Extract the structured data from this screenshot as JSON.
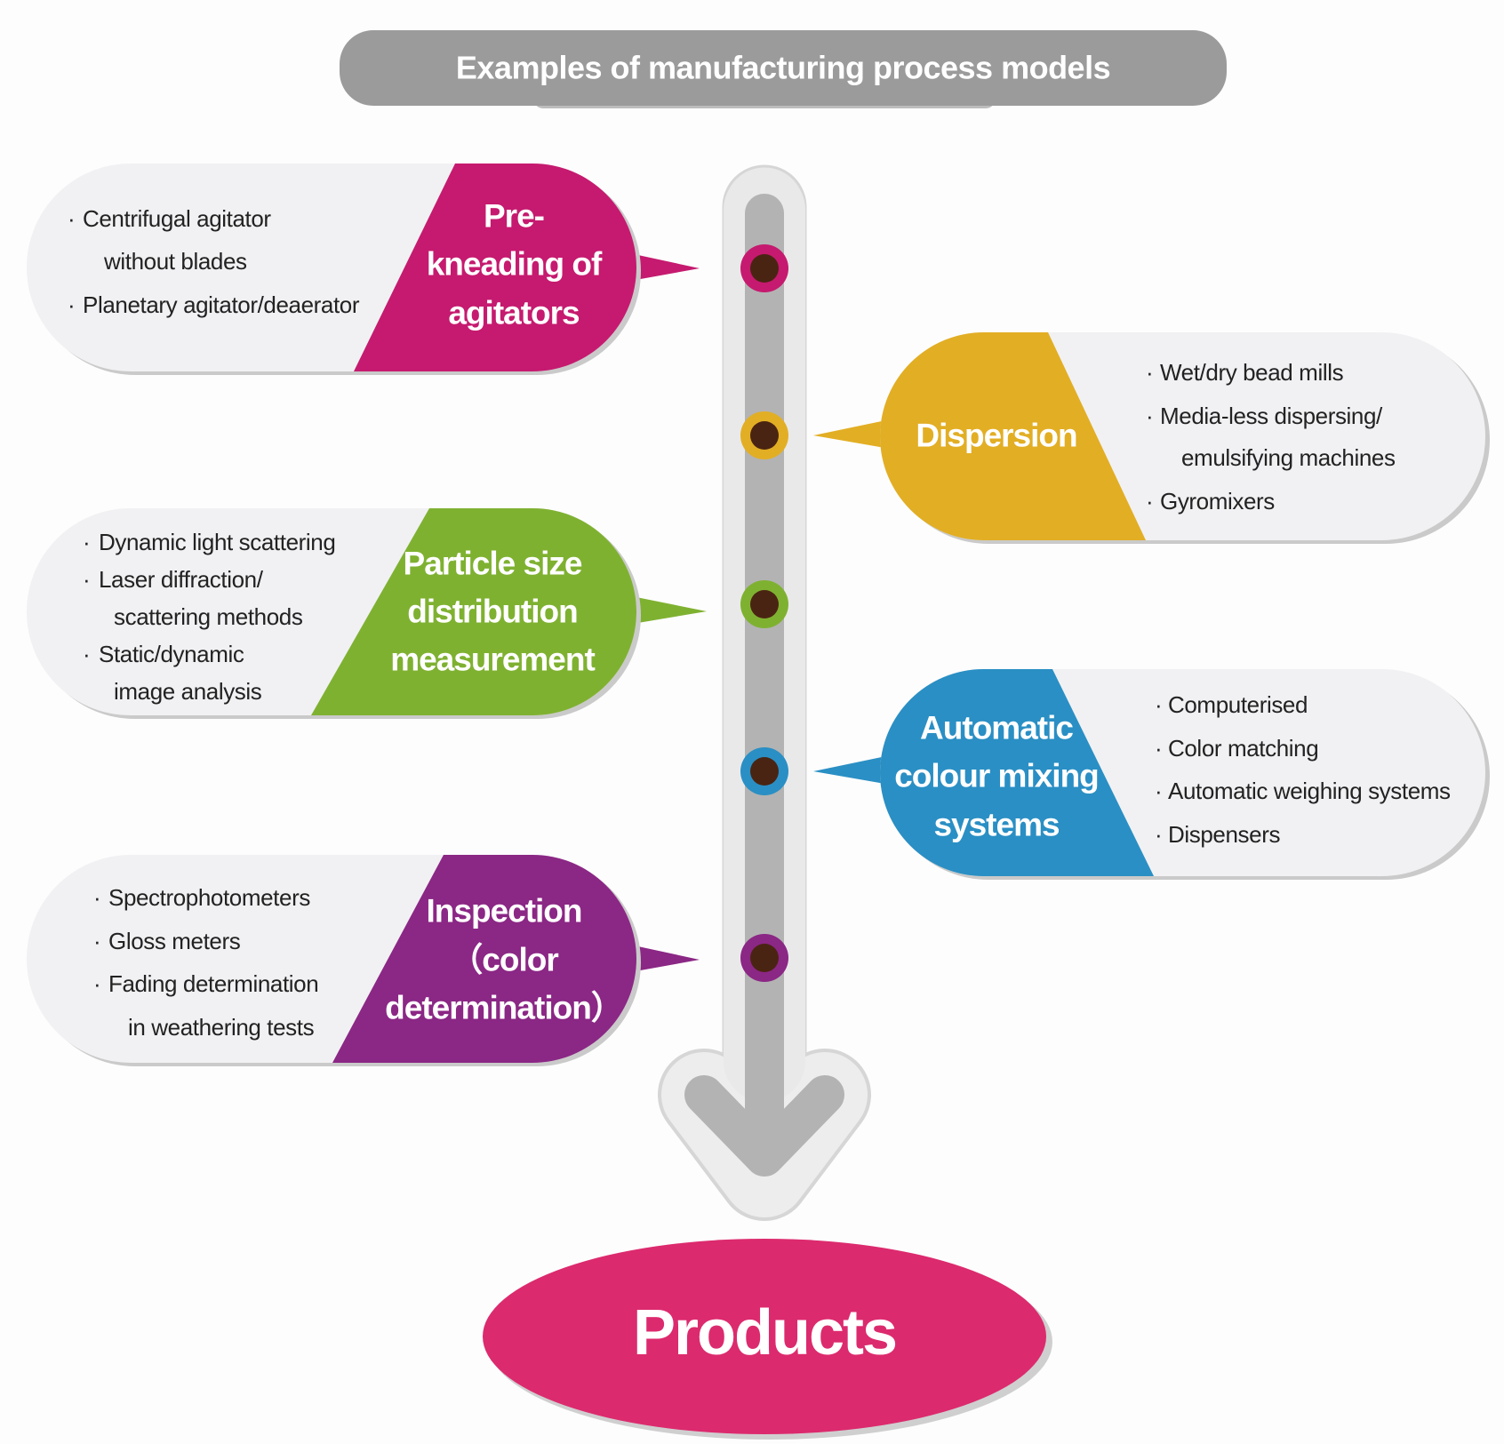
{
  "title": "Examples of manufacturing process models",
  "stages": [
    {
      "side": "left",
      "color": "#c51a6f",
      "heading": [
        "Pre-",
        "kneading of",
        "agitators"
      ],
      "items": [
        [
          "Centrifugal agitator",
          "without blades"
        ],
        [
          "Planetary agitator/deaerator"
        ]
      ]
    },
    {
      "side": "right",
      "color": "#e2ae24",
      "heading": [
        "Dispersion"
      ],
      "items": [
        [
          "Wet/dry bead mills"
        ],
        [
          "Media-less dispersing/",
          "emulsifying machines"
        ],
        [
          "Gyromixers"
        ]
      ]
    },
    {
      "side": "left",
      "color": "#7fb131",
      "heading": [
        "Particle size",
        "distribution",
        "measurement"
      ],
      "items": [
        [
          "Dynamic light scattering"
        ],
        [
          "Laser diffraction/",
          "scattering methods"
        ],
        [
          "Static/dynamic",
          "image analysis"
        ]
      ]
    },
    {
      "side": "right",
      "color": "#2a8fc4",
      "heading": [
        "Automatic",
        "colour mixing",
        "systems"
      ],
      "items": [
        [
          "Computerised"
        ],
        [
          "Color matching"
        ],
        [
          "Automatic weighing systems"
        ],
        [
          "Dispensers"
        ]
      ]
    },
    {
      "side": "left",
      "color": "#8b2785",
      "heading": [
        "Inspection",
        "（color",
        "determination）"
      ],
      "items": [
        [
          "Spectrophotometers"
        ],
        [
          "Gloss meters"
        ],
        [
          "Fading determination",
          "in weathering tests"
        ]
      ]
    }
  ],
  "products": {
    "label": "Products",
    "color": "#dc2a6e"
  },
  "colors": {
    "title_bar": "#9b9b9b",
    "track": "#b3b3b3",
    "bubble": "#f1f1f3",
    "dot_core": "#4a2412"
  }
}
